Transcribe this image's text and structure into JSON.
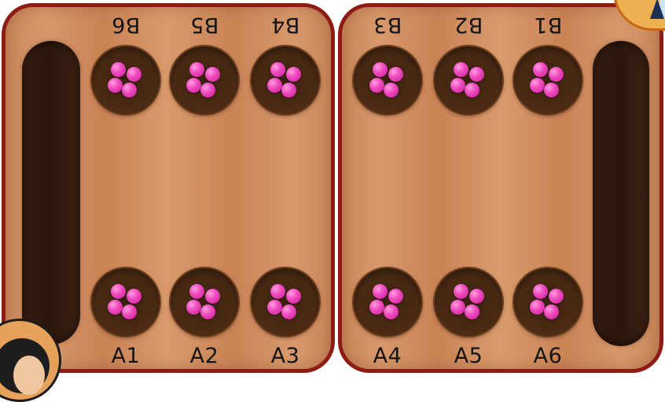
{
  "game": "mancala",
  "colors": {
    "board_border": "#8e1c14",
    "board_wood": "#d09060",
    "store": "#2e180d",
    "pit": "#4a2a14",
    "seed": "#f04cc0"
  },
  "players": {
    "bottom": {
      "avatar": "player-avatar-icon"
    },
    "top": {
      "avatar": "opponent-avatar-icon"
    }
  },
  "pits": {
    "top": [
      {
        "label": "B6",
        "seeds": 4
      },
      {
        "label": "B5",
        "seeds": 4
      },
      {
        "label": "B4",
        "seeds": 4
      },
      {
        "label": "B3",
        "seeds": 4
      },
      {
        "label": "B2",
        "seeds": 4
      },
      {
        "label": "B1",
        "seeds": 4
      }
    ],
    "bottom": [
      {
        "label": "A1",
        "seeds": 4
      },
      {
        "label": "A2",
        "seeds": 4
      },
      {
        "label": "A3",
        "seeds": 4
      },
      {
        "label": "A4",
        "seeds": 4
      },
      {
        "label": "A5",
        "seeds": 4
      },
      {
        "label": "A6",
        "seeds": 4
      }
    ]
  },
  "stores": {
    "left": {
      "seeds": 0
    },
    "right": {
      "seeds": 0
    }
  }
}
